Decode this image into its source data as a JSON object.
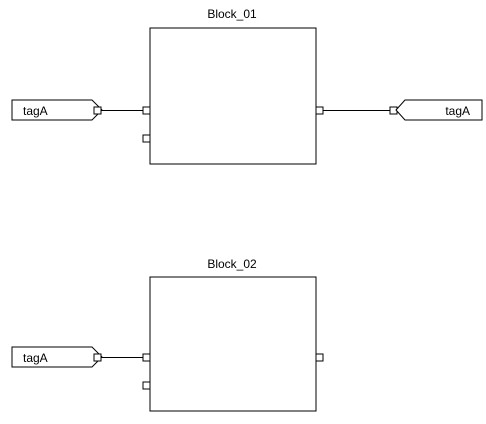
{
  "blocks": [
    {
      "name": "Block_01"
    },
    {
      "name": "Block_02"
    }
  ],
  "tags": {
    "block1_input": "tagA",
    "block1_output": "tagA",
    "block2_input": "tagA"
  },
  "colors": {
    "line": "#000000",
    "fill": "#ffffff"
  }
}
